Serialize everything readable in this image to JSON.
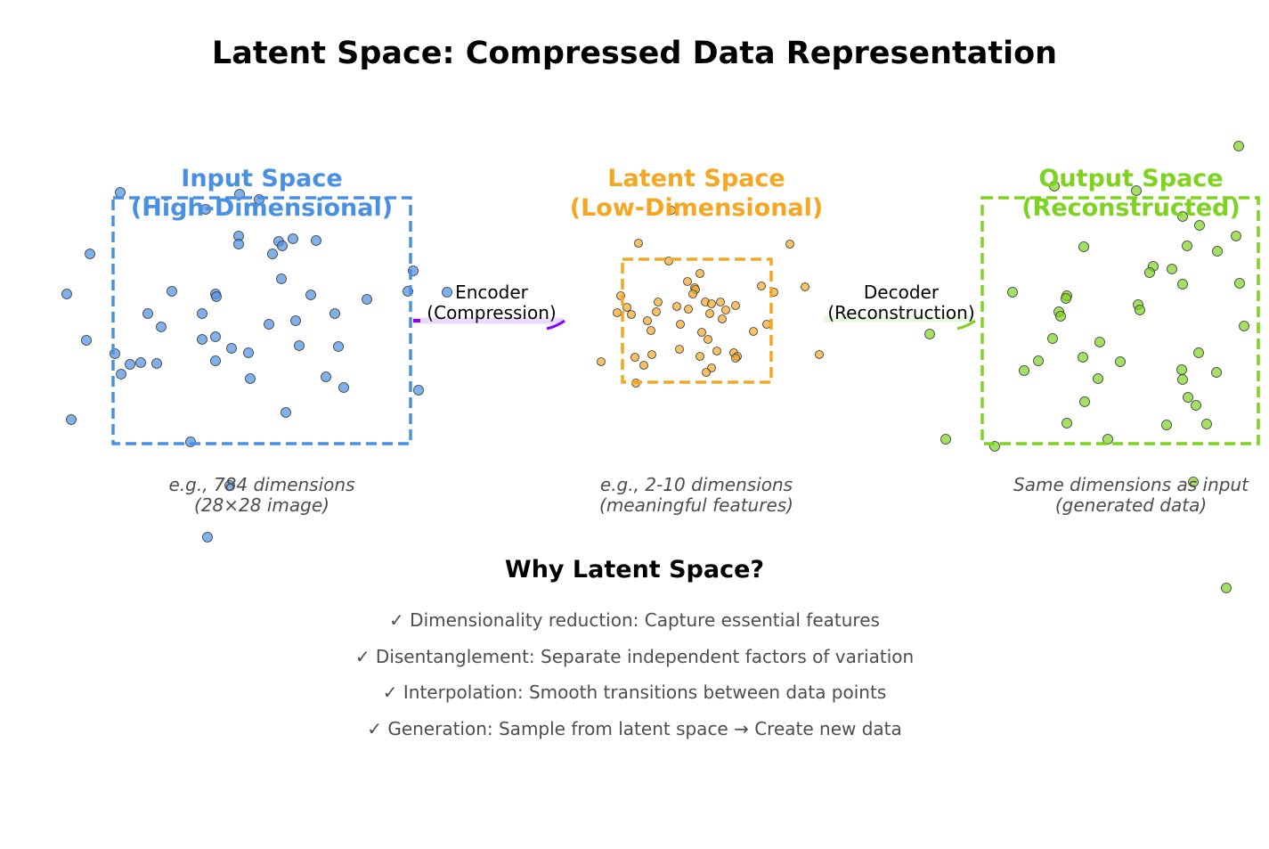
{
  "title": "Latent Space: Compressed Data Representation",
  "colors": {
    "input": "#4a90e2",
    "latent": "#f5a623",
    "output": "#7ed321",
    "encoder_arrow": "#8b00ff"
  },
  "input": {
    "title_line1": "Input Space",
    "title_line2": "(High-Dimensional)",
    "caption_line1": "e.g., 784 dimensions",
    "caption_line2": "(28×28 image)"
  },
  "latent": {
    "title_line1": "Latent Space",
    "title_line2": "(Low-Dimensional)",
    "caption_line1": "e.g., 2-10 dimensions",
    "caption_line2": "(meaningful features)"
  },
  "output": {
    "title_line1": "Output Space",
    "title_line2": "(Reconstructed)",
    "caption_line1": "Same dimensions as input",
    "caption_line2": "(generated data)"
  },
  "encoder": {
    "line1": "Encoder",
    "line2": "(Compression)"
  },
  "decoder": {
    "line1": "Decoder",
    "line2": "(Reconstruction)"
  },
  "why": {
    "title": "Why Latent Space?",
    "reasons": [
      "✓ Dimensionality reduction: Capture essential features",
      "✓ Disentanglement: Separate independent factors of variation",
      "✓ Interpolation: Smooth transitions between data points",
      "✓ Generation: Sample from latent space → Create new data"
    ]
  }
}
